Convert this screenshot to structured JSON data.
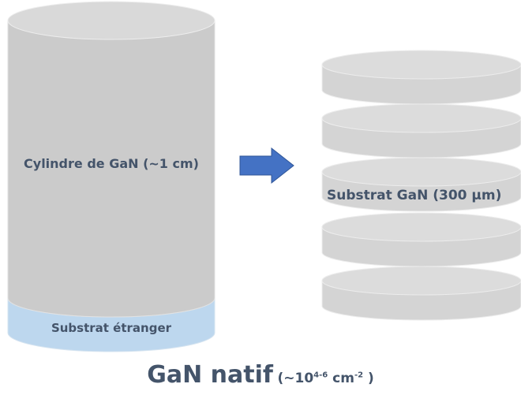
{
  "cylinder": {
    "label": "Cylindre de GaN (~1 cm)",
    "substrate_label": "Substrat étranger"
  },
  "wafers": {
    "label": "Substrat GaN (300 µm)",
    "count": 5
  },
  "footer": {
    "main": "GaN natif",
    "density_prefix": "(~10",
    "density_exp": "4-6",
    "density_unit": " cm",
    "density_unit_exp": "-2",
    "density_suffix": " )"
  },
  "colors": {
    "cylinder_gray": "#cbcbcb",
    "cylinder_top": "#d9d9d9",
    "substrate_blue": "#bdd7ee",
    "wafer_gray": "#d6d6d6",
    "arrow_blue": "#4472c4",
    "text": "#44546a"
  }
}
